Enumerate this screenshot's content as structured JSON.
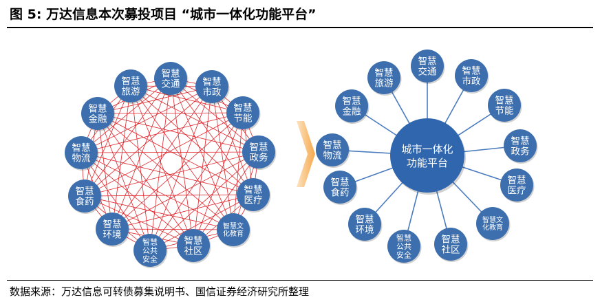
{
  "title": "图 5:  万达信息本次募投项目 “城市一体化功能平台”",
  "source": "数据来源：万达信息可转债募集说明书、国信证券经济研究所整理",
  "colors": {
    "node": "#3d6fae",
    "hub": "#2f66ad",
    "mesh_line": "#e0242b",
    "spoke_line": "#4a7bbf",
    "arrow_light": "#fde3c2",
    "arrow_dark": "#f6a84b"
  },
  "left_cluster": {
    "nodes": [
      {
        "label": [
          "智慧",
          "交通"
        ]
      },
      {
        "label": [
          "智慧",
          "市政"
        ]
      },
      {
        "label": [
          "智慧",
          "节能"
        ]
      },
      {
        "label": [
          "智慧",
          "政务"
        ]
      },
      {
        "label": [
          "智慧",
          "医疗"
        ]
      },
      {
        "label": [
          "智慧文",
          "化教育"
        ]
      },
      {
        "label": [
          "智慧",
          "社区"
        ]
      },
      {
        "label": [
          "智慧",
          "公共",
          "安全"
        ]
      },
      {
        "label": [
          "智慧",
          "环境"
        ]
      },
      {
        "label": [
          "智慧",
          "食药"
        ]
      },
      {
        "label": [
          "智慧",
          "物流"
        ]
      },
      {
        "label": [
          "智慧",
          "金融"
        ]
      },
      {
        "label": [
          "智慧",
          "旅游"
        ]
      }
    ]
  },
  "right_cluster": {
    "hub": {
      "label": [
        "城市一体化",
        "功能平台"
      ]
    },
    "nodes": [
      {
        "label": [
          "智慧",
          "交通"
        ]
      },
      {
        "label": [
          "智慧",
          "市政"
        ]
      },
      {
        "label": [
          "智慧",
          "节能"
        ]
      },
      {
        "label": [
          "智慧",
          "政务"
        ]
      },
      {
        "label": [
          "智慧",
          "医疗"
        ]
      },
      {
        "label": [
          "智慧文",
          "化教育"
        ]
      },
      {
        "label": [
          "智慧",
          "社区"
        ]
      },
      {
        "label": [
          "智慧",
          "公共",
          "安全"
        ]
      },
      {
        "label": [
          "智慧",
          "环境"
        ]
      },
      {
        "label": [
          "智慧",
          "食药"
        ]
      },
      {
        "label": [
          "智慧",
          "物流"
        ]
      },
      {
        "label": [
          "智慧",
          "金融"
        ]
      },
      {
        "label": [
          "智慧",
          "旅游"
        ]
      }
    ]
  }
}
